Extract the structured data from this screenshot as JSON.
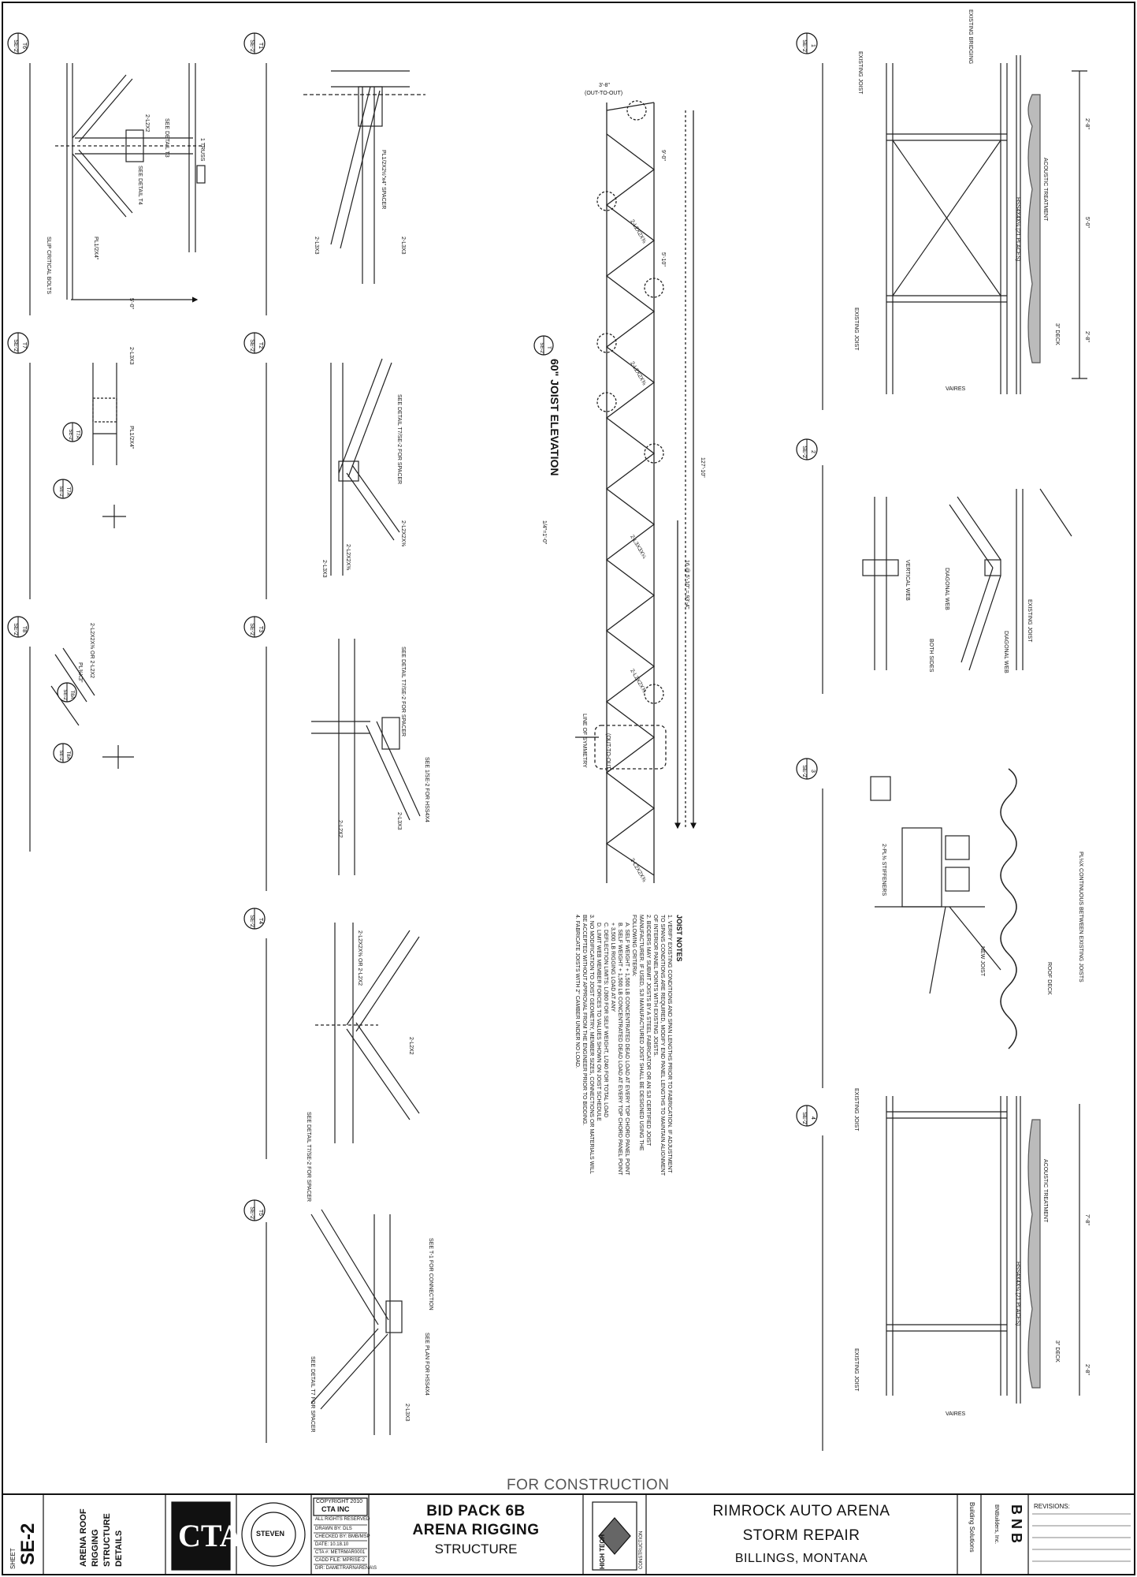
{
  "sheet": {
    "for_construction": "FOR CONSTRUCTION",
    "project": {
      "line1": "RIMROCK AUTO ARENA",
      "line2": "STORM REPAIR",
      "line3": "BILLINGS, MONTANA"
    },
    "bid": {
      "line1": "BID PACK 6B",
      "line2": "ARENA RIGGING",
      "line3": "STRUCTURE"
    },
    "sheet_label": "SHEET",
    "sheet_no": "SE-2",
    "sheet_title": [
      "ARENA ROOF",
      "RIGGING",
      "STRUCTURE",
      "DETAILS"
    ],
    "revisions": "REVISIONS:",
    "bnb": {
      "logo": "B N B",
      "sub": "BNBuilders, Inc.",
      "tag": "Building Solutions"
    },
    "high_tech": {
      "logo": "HIGH TECH",
      "sub": "CONSTRUCTION"
    },
    "cta": {
      "logo": "CTA"
    },
    "copyright": {
      "line1": "COPYRIGHT 2010",
      "line2": "CTA INC",
      "line3": "ALL RIGHTS RESERVED"
    },
    "info": [
      "DRAWN BY:  DLS",
      "CHECKED BY:  BMB/MSP",
      "DATE:  10.18.10",
      "CTA #:  METRMAR0001",
      "CADD FILE:  MPRISE-2",
      "DIR:  DAMETRARNARENA\\S"
    ],
    "seal": "STEVEN",
    "elevation": {
      "title": "60\" JOIST ELEVATION",
      "scale": "1/4\"=1'-0\""
    },
    "joist_notes": {
      "heading": "JOIST NOTES",
      "items": [
        "1.  VERIFY EXISTING CONDITIONS AND SPAN LENGTHS PRIOR TO FABRICATION. IF ADJUSTMENT TO SPANS CONDITIONS ARE REQUIRED, MODIFY END PANEL LENGTHS TO MAINTAIN ALIGNMENT OF INTERIOR PANEL POINTS WITH EXISTING JOISTS.",
        "2.  BIDDERS MAY SUBMIT JOISTS BY A STEEL FABRICATOR OR AN SJI CERTIFIED JOIST MANUFACTURER. IF USED, SJI MANUFACTURED JOIST SHALL BE DESIGNED USING THE FOLLOWING CRITERIA:",
        "A.  SELF WEIGHT + 1,500 LB CONCENTRATED DEAD LOAD AT EVERY TOP CHORD PANEL POINT",
        "B.  SELF WEIGHT + 1,500 LB CONCENTRATED DEAD LOAD AT EVERY TOP CHORD PANEL POINT + 3,500 LB RIGGING LOAD AT ANY",
        "C.  DEFLECTION LIMITS: L/360 FOR SELF WEIGHT, L/240 FOR TOTAL LOAD",
        "D.  LIMIT WEB MEMBER FORCES TO VALUES SHOWN ON JOIST SCHEDULE",
        "3.  NO MODIFICATION TO JOIST GEOMETRY, MEMBER SIZES, CONNECTIONS OR MATERIALS WILL BE ACCEPTED WITHOUT APPROVAL FROM THE ENGINEER PRIOR TO BIDDING.",
        "4.  FABRICATE JOISTS WITH 2\" CAMBER UNDER NO LOAD."
      ]
    },
    "details": [
      {
        "id": "T6",
        "ref": "SE-2"
      },
      {
        "id": "T1",
        "ref": "SE-2"
      },
      {
        "id": "T7",
        "ref": "SE-2"
      },
      {
        "id": "T2",
        "ref": "SE-2"
      },
      {
        "id": "T8",
        "ref": "SE-2"
      },
      {
        "id": "T3",
        "ref": "SE-2"
      },
      {
        "id": "T4",
        "ref": "SE-2"
      },
      {
        "id": "T5",
        "ref": "SE-2"
      },
      {
        "id": "1",
        "ref": "SE-2"
      },
      {
        "id": "2",
        "ref": "SE-2"
      },
      {
        "id": "3",
        "ref": "SE-2"
      },
      {
        "id": "4",
        "ref": "SE-2"
      }
    ],
    "labels": {
      "existing_bridging": "EXISTING BRIDGING",
      "existing_joist": "EXISTING JOIST",
      "acoustic": "ACOUSTIC TREATMENT",
      "hss": "HSS4X4X¼ (21 PLACES)",
      "deck": "3\" DECK",
      "varies": "VARIES",
      "roof_deck": "ROOF DECK",
      "new_joist": "NEW JOIST",
      "diag_web": "DIAGONAL WEB",
      "vert_web": "VERTICAL WEB",
      "line_sym": "LINE OF SYMMETRY",
      "out_to_out": "(OUT-TO-OUT)",
      "dim_total": "127'-10\"",
      "dim_panels": "16 @ 5'-10\" = 93'-4\"",
      "dim_left": "9'-0\"",
      "dim_span": "5'-10\"",
      "dim_2_8": "2'-8\"",
      "dim_5_0": "5'-0\"",
      "dim_7_8": "7'-8\"",
      "dim_3_8": "3'-8\"",
      "member_1": "2-L3X3",
      "member_2": "2-L2X2",
      "member_3": "2-L2X2X⅜",
      "member_4": "2-L3X3X¼",
      "see_detail_t3": "SEE DETAIL T3",
      "see_detail_t4": "SEE DETAIL T4",
      "see_detail_t7": "SEE DETAIL T7/SE-2 FOR SPACER",
      "plate_1": "PL1/2X4\"",
      "plate_2": "PL⅜X3\"",
      "spacer": "PL1/2X2½\"x4\" SPACER",
      "truss": "1 TRUSS",
      "slip": "SLIP CRITICAL BOLTS",
      "both_sides": "BOTH SIDES"
    }
  }
}
